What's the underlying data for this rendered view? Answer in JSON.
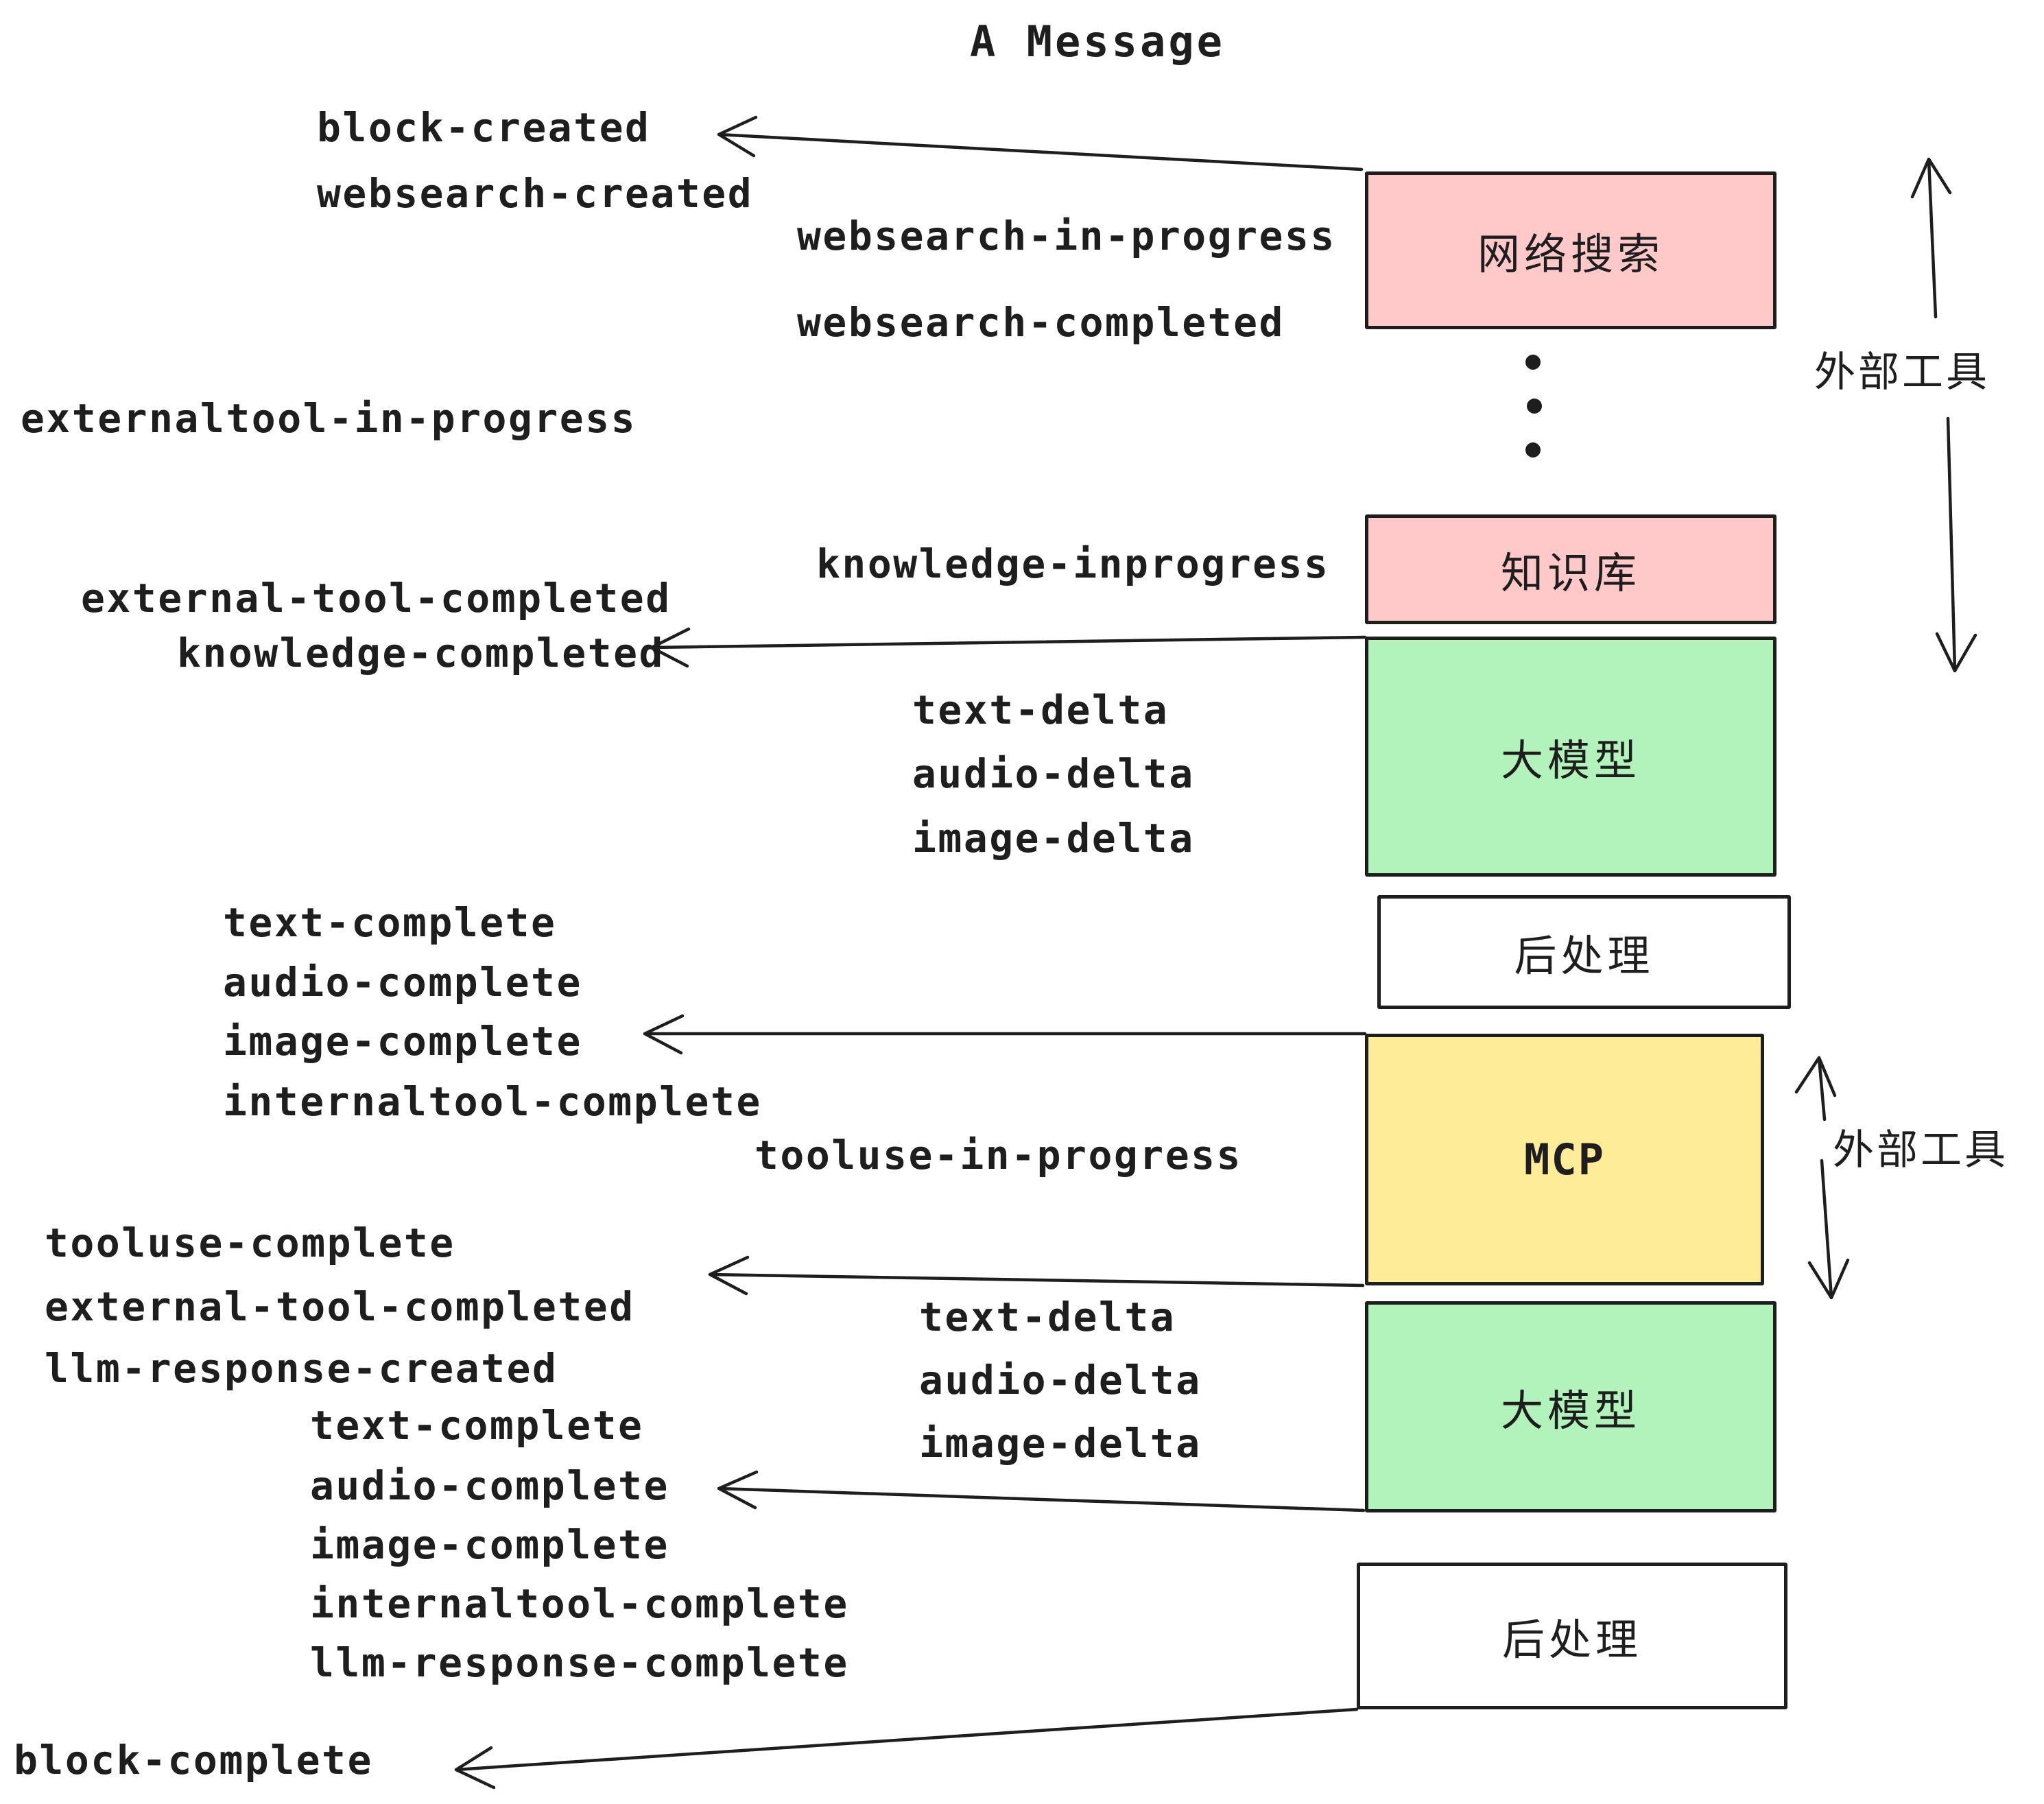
{
  "title": "A Message",
  "colors": {
    "stroke": "#1e1e1e",
    "text": "#1e1e1e",
    "pink": "#ffc9c9",
    "green": "#b2f2bb",
    "yellow": "#ffec99",
    "white": "#ffffff"
  },
  "boxes": [
    {
      "name": "web-search",
      "label": "网络搜索",
      "fill": "#ffc9c9"
    },
    {
      "name": "knowledge-base",
      "label": "知识库",
      "fill": "#ffc9c9"
    },
    {
      "name": "llm-1",
      "label": "大模型",
      "fill": "#b2f2bb"
    },
    {
      "name": "post-process-1",
      "label": "后处理",
      "fill": "#ffffff"
    },
    {
      "name": "mcp",
      "label": "MCP",
      "fill": "#ffec99"
    },
    {
      "name": "llm-2",
      "label": "大模型",
      "fill": "#b2f2bb"
    },
    {
      "name": "post-process-2",
      "label": "后处理",
      "fill": "#ffffff"
    }
  ],
  "side_labels": [
    {
      "label": "外部工具"
    },
    {
      "label": "外部工具"
    }
  ],
  "events": [
    {
      "label": "block-created"
    },
    {
      "label": "websearch-created"
    },
    {
      "label": "websearch-in-progress"
    },
    {
      "label": "websearch-completed"
    },
    {
      "label": "externaltool-in-progress"
    },
    {
      "label": "knowledge-inprogress"
    },
    {
      "label": "external-tool-completed"
    },
    {
      "label": "knowledge-completed"
    },
    {
      "label": "text-delta"
    },
    {
      "label": "audio-delta"
    },
    {
      "label": "image-delta"
    },
    {
      "label": "text-complete"
    },
    {
      "label": "audio-complete"
    },
    {
      "label": "image-complete"
    },
    {
      "label": "internaltool-complete"
    },
    {
      "label": "tooluse-in-progress"
    },
    {
      "label": "tooluse-complete"
    },
    {
      "label": "external-tool-completed"
    },
    {
      "label": "llm-response-created"
    },
    {
      "label": "text-complete"
    },
    {
      "label": "text-delta"
    },
    {
      "label": "audio-delta"
    },
    {
      "label": "image-delta"
    },
    {
      "label": "audio-complete"
    },
    {
      "label": "image-complete"
    },
    {
      "label": "internaltool-complete"
    },
    {
      "label": "llm-response-complete"
    },
    {
      "label": "block-complete"
    }
  ]
}
